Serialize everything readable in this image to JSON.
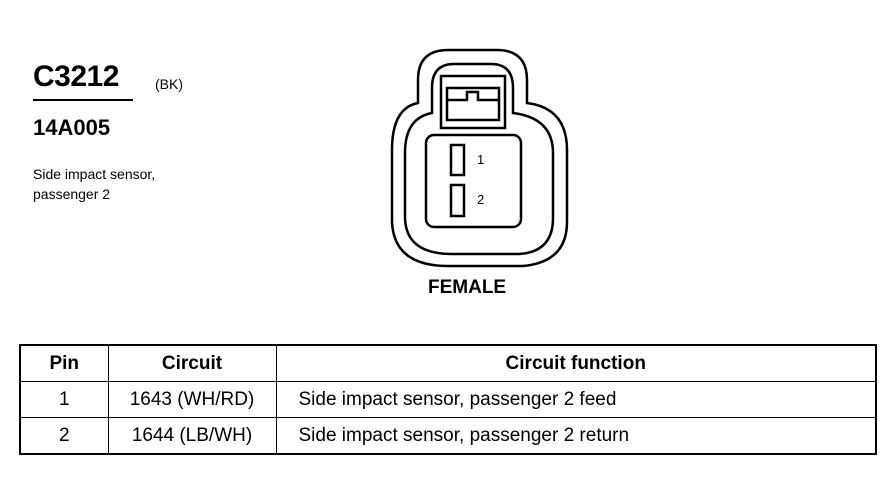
{
  "connector": {
    "id": "C3212",
    "color_code": "(BK)",
    "part_number": "14A005",
    "description": "Side impact sensor, passenger 2",
    "view": "FEMALE",
    "pins": [
      "1",
      "2"
    ]
  },
  "pin_table": {
    "headers": [
      "Pin",
      "Circuit",
      "Circuit function"
    ],
    "rows": [
      {
        "pin": "1",
        "circuit": "1643 (WH/RD)",
        "function": "Side impact sensor, passenger 2 feed"
      },
      {
        "pin": "2",
        "circuit": "1644 (LB/WH)",
        "function": "Side impact sensor, passenger 2 return"
      }
    ]
  }
}
